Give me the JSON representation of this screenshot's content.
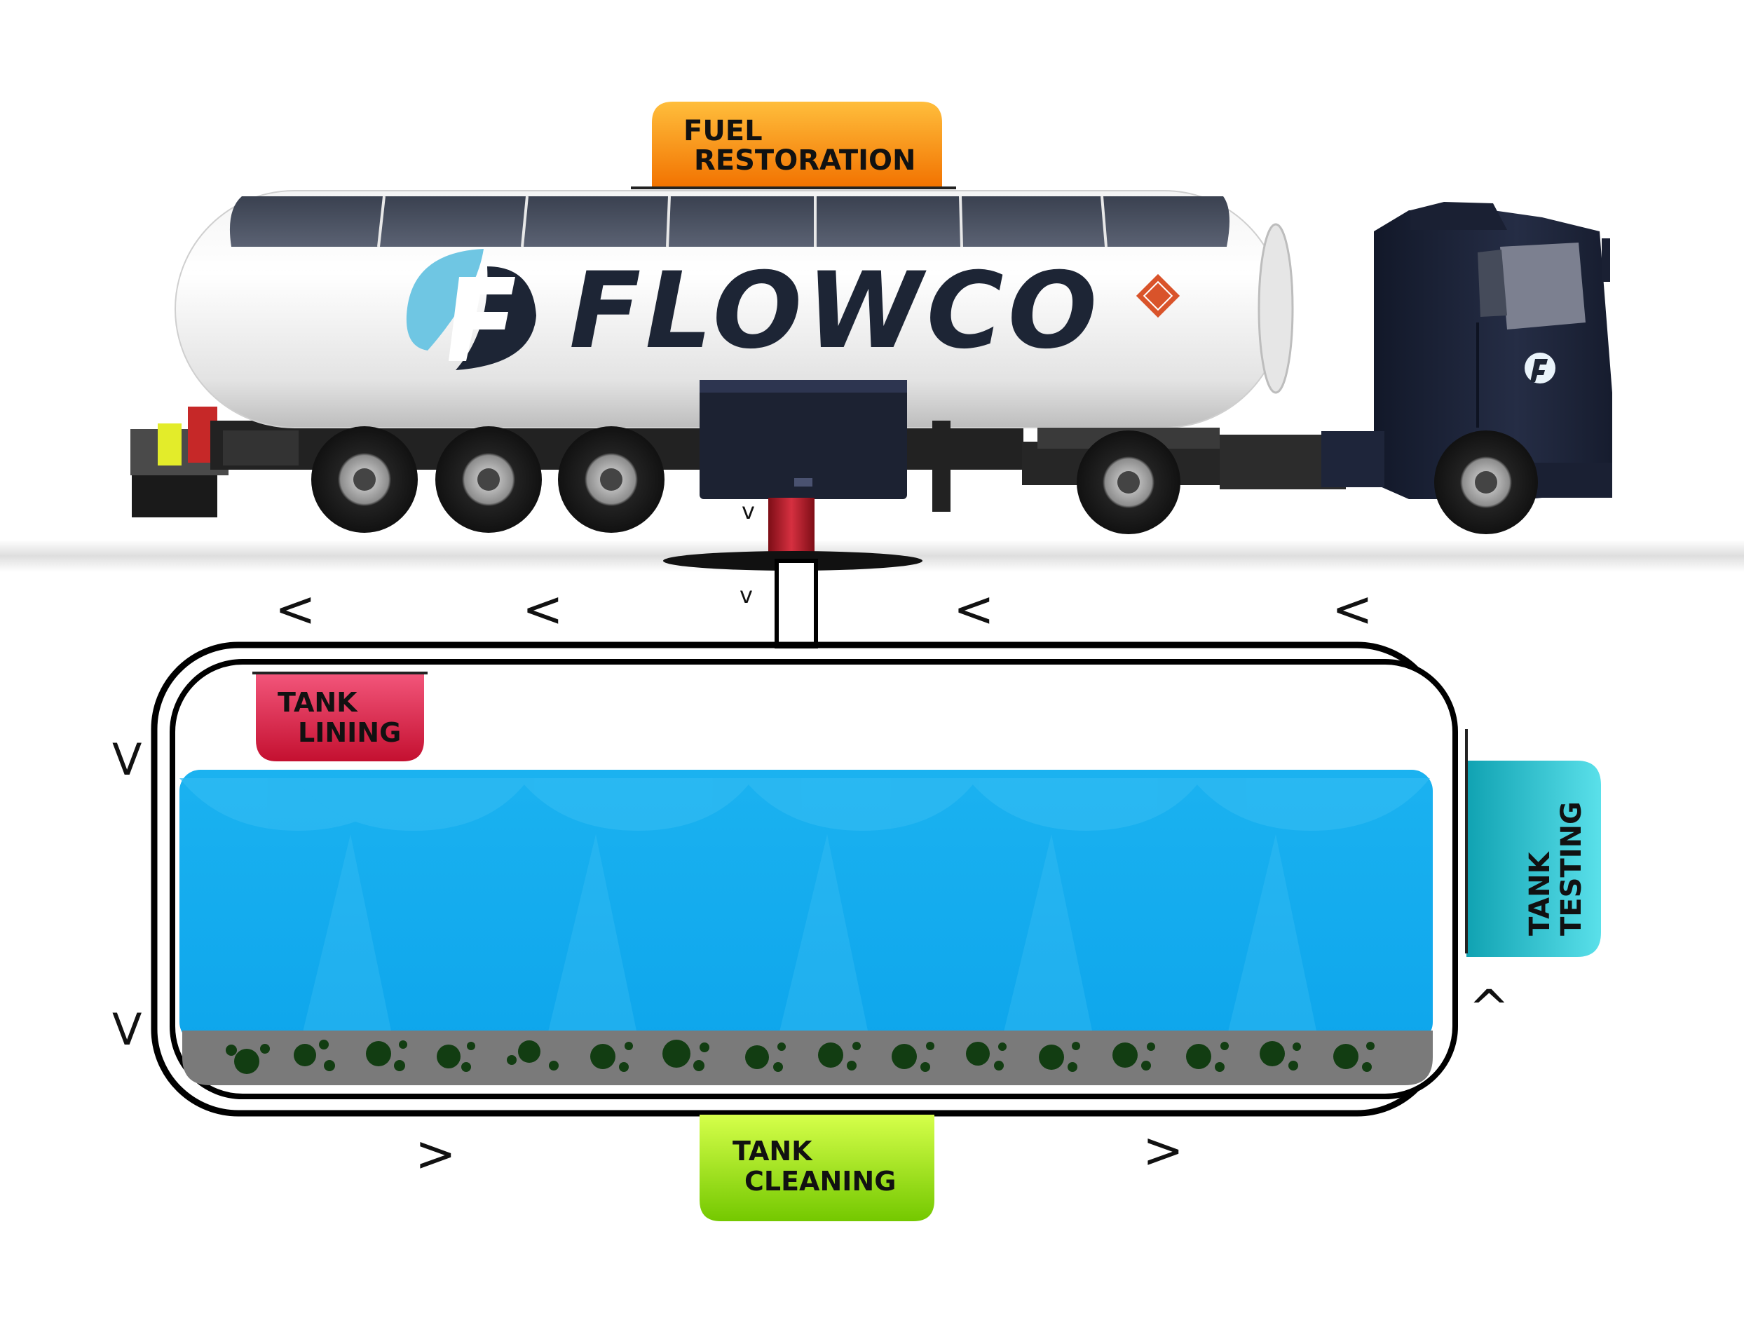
{
  "truck": {
    "brand": "FLOWCO"
  },
  "labels": {
    "fuel_restoration": {
      "line1": "FUEL",
      "line2": "RESTORATION",
      "color_top": "#ffb02a",
      "color_bottom": "#f57c00"
    },
    "tank_lining": {
      "line1": "TANK",
      "line2": "LINING",
      "color_top": "#f04a6a",
      "color_bottom": "#c8102e"
    },
    "tank_testing": {
      "line1": "TANK",
      "line2": "TESTING",
      "color_top": "#48d6e0",
      "color_bottom": "#14a7b6"
    },
    "tank_cleaning": {
      "line1": "TANK",
      "line2": "CLEANING",
      "color_top": "#c8ff3a",
      "color_bottom": "#7ed000"
    }
  },
  "arrows": {
    "pipe_top_down": "v",
    "pipe_mid_down": "v",
    "top_left_1": "<",
    "top_left_2": "<",
    "top_right_1": "<",
    "top_right_2": "<",
    "left_upper": "V",
    "left_lower": "V",
    "bottom_left": ">",
    "bottom_right": ">",
    "right_up": "^"
  },
  "colors": {
    "fuel": "#12aaee",
    "sediment": "#7a7a7a",
    "sludge": "#123d12",
    "truck_cab": "#1b2236",
    "pipe_red": "#c0202a"
  }
}
